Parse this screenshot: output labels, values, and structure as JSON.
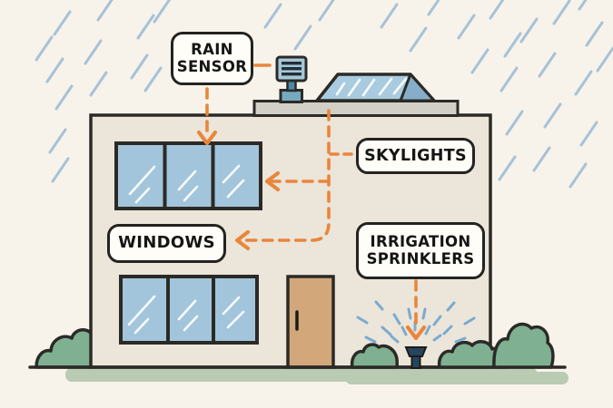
{
  "diagram": {
    "labels": {
      "rain_sensor": "RAIN\nSENSOR",
      "skylights": "SKYLIGHTS",
      "windows": "WINDOWS",
      "irrigation_sprinklers": "IRRIGATION\nSPRINKLERS"
    },
    "colors": {
      "background": "#f7f3eb",
      "wall": "#ece5da",
      "outline": "#2b2a26",
      "window_glass": "#a2c5db",
      "skylight_glass": "#a9cbdf",
      "roof_ledge": "#d2cfc7",
      "door": "#d2a77a",
      "bush": "#7fb092",
      "ground_patch": "#b9cbb2",
      "connector_orange": "#e8863c",
      "rain": "#a7c2d6",
      "spray": "#7aabcf",
      "sensor_body": "#a6c8d8"
    },
    "scene_elements": [
      "rain-streaks",
      "rain-sensor-device",
      "skylight-panel",
      "roof-ledge",
      "upper-window",
      "lower-window",
      "door",
      "bushes",
      "sprinkler-device",
      "water-spray",
      "ground"
    ]
  }
}
